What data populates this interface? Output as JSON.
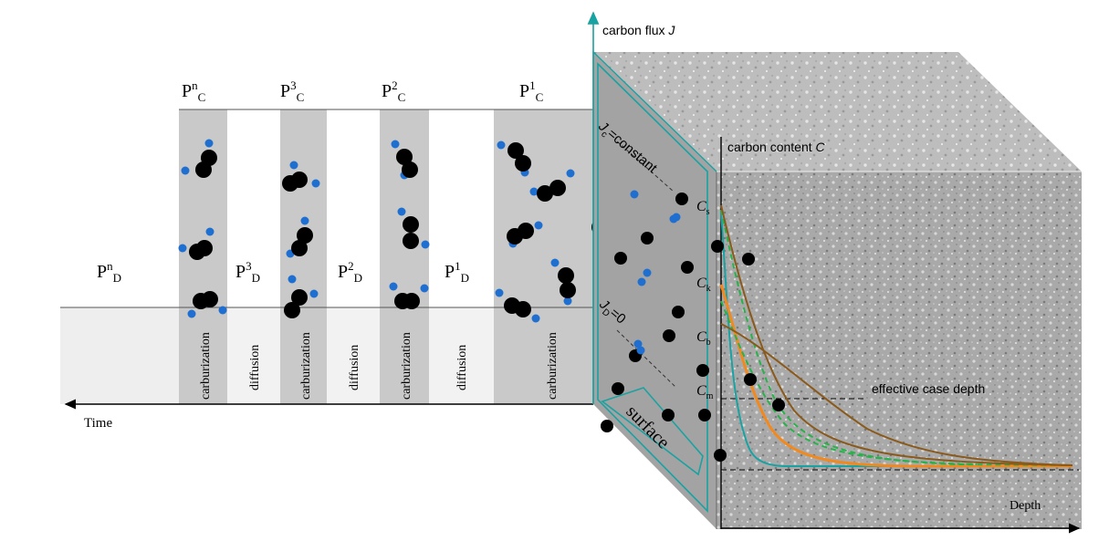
{
  "timeline": {
    "axis_label": "Time",
    "pulses": [
      {
        "id": "pn",
        "top_label": "P",
        "top_sup": "n",
        "top_sub": "C",
        "phase_label": "carburization"
      },
      {
        "id": "d3",
        "phase_label": "diffusion",
        "upper_label": "P",
        "upper_sup": "3",
        "upper_sub": "D"
      },
      {
        "id": "p3",
        "top_label": "P",
        "top_sup": "3",
        "top_sub": "C",
        "phase_label": "carburization"
      },
      {
        "id": "d2",
        "phase_label": "diffusion",
        "upper_label": "P",
        "upper_sup": "2",
        "upper_sub": "D"
      },
      {
        "id": "p2",
        "top_label": "P",
        "top_sup": "2",
        "top_sub": "C",
        "phase_label": "carburization"
      },
      {
        "id": "d1",
        "phase_label": "diffusion",
        "upper_label": "P",
        "upper_sup": "1",
        "upper_sub": "D"
      },
      {
        "id": "p1",
        "top_label": "P",
        "top_sup": "1",
        "top_sub": "C",
        "phase_label": "carburization"
      }
    ],
    "final_diffusion": {
      "label": "P",
      "sup": "n",
      "sub": "D"
    }
  },
  "surface_panel": {
    "label_flux_constant": "J",
    "label_flux_constant_sub": "c",
    "label_flux_constant_rest": "=constant",
    "label_flux_zero": "J",
    "label_flux_zero_sub": "D",
    "label_flux_zero_rest": "=0",
    "surface_label": "surface",
    "flux_axis_label": "carbon flux ",
    "flux_axis_symbol": "J"
  },
  "profile_chart": {
    "y_axis_label": "carbon content ",
    "y_axis_symbol": "C",
    "x_axis_label": "Depth",
    "levels": [
      {
        "symbol": "C",
        "sub": "s"
      },
      {
        "symbol": "C",
        "sub": "k"
      },
      {
        "symbol": "C",
        "sub": "b"
      },
      {
        "symbol": "C",
        "sub": "m"
      }
    ],
    "effective_case_depth_label": "effective case depth"
  },
  "colors": {
    "carburization_band": "#c9c9c9",
    "diffusion_band": "#f2f2f2",
    "carbon_atom": "#000000",
    "hydrogen_atom": "#1f6fd1",
    "teal": "#19a2a2",
    "orange": "#f2891e",
    "brown": "#8a5a1c",
    "green_dashed": "#27b24a",
    "steel": "#9a9a9a"
  }
}
